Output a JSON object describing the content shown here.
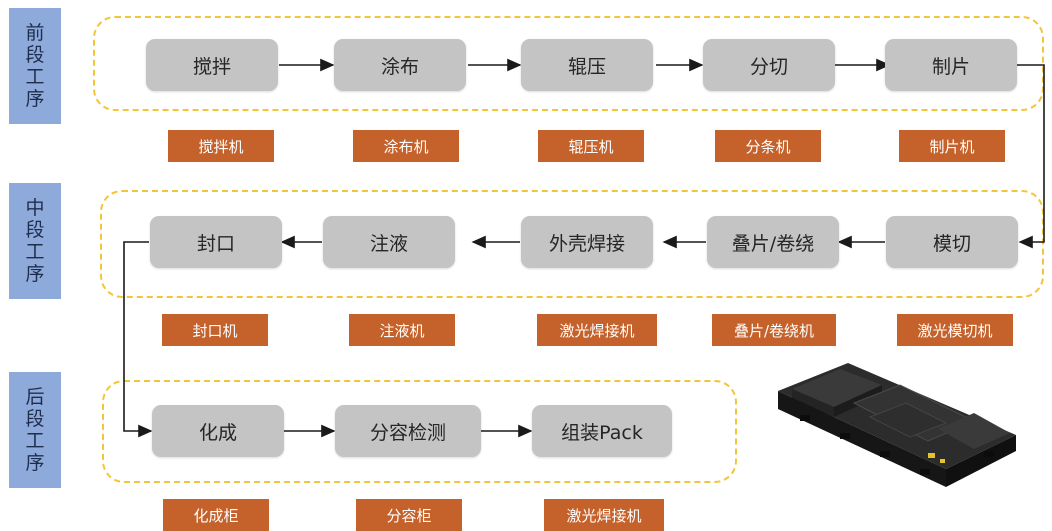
{
  "stages": [
    {
      "label": "前段工序"
    },
    {
      "label": "中段工序"
    },
    {
      "label": "后段工序"
    }
  ],
  "front": {
    "steps": [
      "搅拌",
      "涂布",
      "辊压",
      "分切",
      "制片"
    ],
    "machines": [
      "搅拌机",
      "涂布机",
      "辊压机",
      "分条机",
      "制片机"
    ]
  },
  "middle": {
    "steps": [
      "封口",
      "注液",
      "外壳焊接",
      "叠片/卷绕",
      "模切"
    ],
    "machines": [
      "封口机",
      "注液机",
      "激光焊接机",
      "叠片/卷绕机",
      "激光模切机"
    ]
  },
  "back": {
    "steps": [
      "化成",
      "分容检测",
      "组装Pack"
    ],
    "machines": [
      "化成柜",
      "分容柜",
      "激光焊接机"
    ]
  },
  "colors": {
    "stage_label_bg": "#8eaadb",
    "step_bg": "#c4c4c4",
    "machine_bg": "#c5612a",
    "group_border": "#f3c53a"
  },
  "image": {
    "icon": "battery-pack-image"
  }
}
